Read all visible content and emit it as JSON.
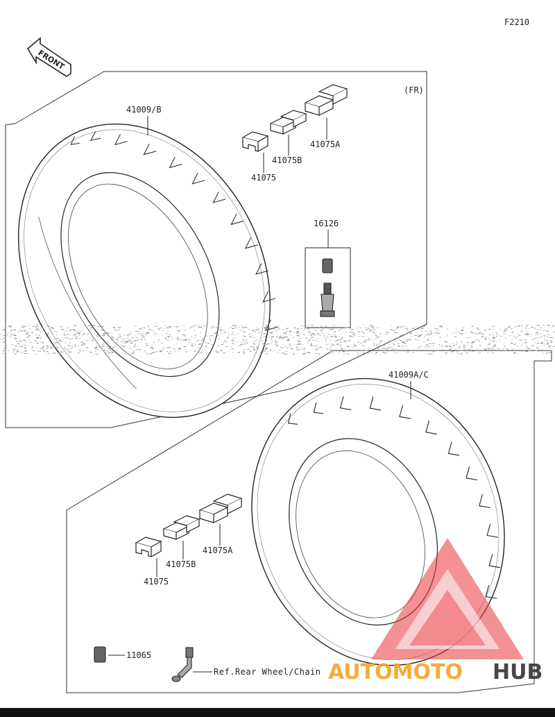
{
  "diagram_code": "F2210",
  "front_arrow": {
    "text": "FRONT"
  },
  "front_section": {
    "position_label": "(FR)",
    "tire_part": "41009/B",
    "weight_a": "41075A",
    "weight_b": "41075B",
    "weight": "41075",
    "valve_part": "16126"
  },
  "rear_section": {
    "tire_part": "41009A/C",
    "weight_a": "41075A",
    "weight_b": "41075B",
    "weight": "41075",
    "cap_part": "11065",
    "ref_note": "Ref.Rear Wheel/Chain"
  },
  "watermark": {
    "text_orange": "AUTOMOTO",
    "text_dark": "HUB",
    "color_red": "#e8383d",
    "color_orange": "#f4a423",
    "color_dark": "#333333"
  }
}
